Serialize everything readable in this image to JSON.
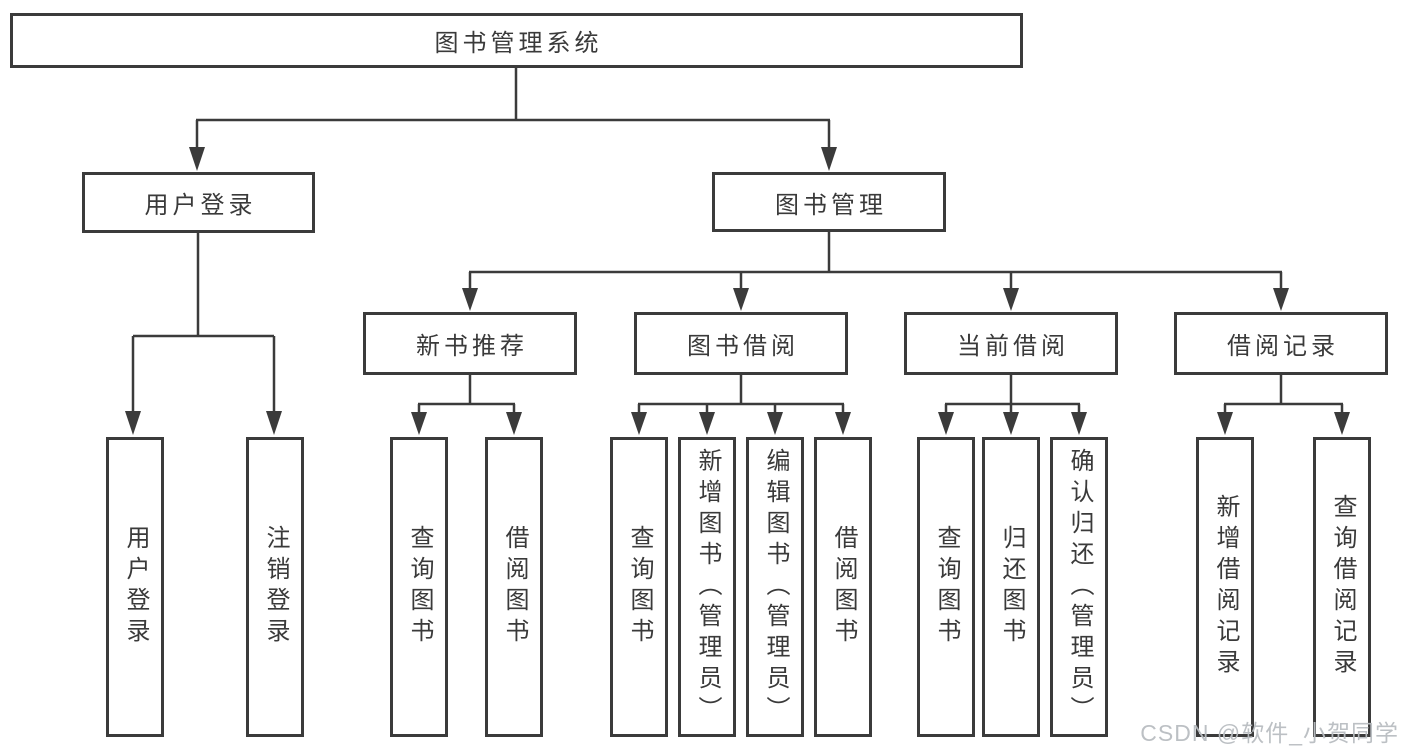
{
  "diagram_title": "图书管理系统",
  "tree": {
    "label": "图书管理系统",
    "children": [
      {
        "label": "用户登录",
        "children": [
          {
            "label": "用户登录"
          },
          {
            "label": "注销登录"
          }
        ]
      },
      {
        "label": "图书管理",
        "children": [
          {
            "label": "新书推荐",
            "children": [
              {
                "label": "查询图书"
              },
              {
                "label": "借阅图书"
              }
            ]
          },
          {
            "label": "图书借阅",
            "children": [
              {
                "label": "查询图书"
              },
              {
                "label": "新增图书（管理员）"
              },
              {
                "label": "编辑图书（管理员）"
              },
              {
                "label": "借阅图书"
              }
            ]
          },
          {
            "label": "当前借阅",
            "children": [
              {
                "label": "查询图书"
              },
              {
                "label": "归还图书"
              },
              {
                "label": "确认归还（管理员）"
              }
            ]
          },
          {
            "label": "借阅记录",
            "children": [
              {
                "label": "新增借阅记录"
              },
              {
                "label": "查询借阅记录"
              }
            ]
          }
        ]
      }
    ]
  },
  "watermark": {
    "text": "CSDN @软件_小贺同学"
  },
  "colors": {
    "line": "#3b3b3b",
    "text": "#3a3a3a",
    "background": "#ffffff",
    "watermark": "#b9bdc1"
  }
}
